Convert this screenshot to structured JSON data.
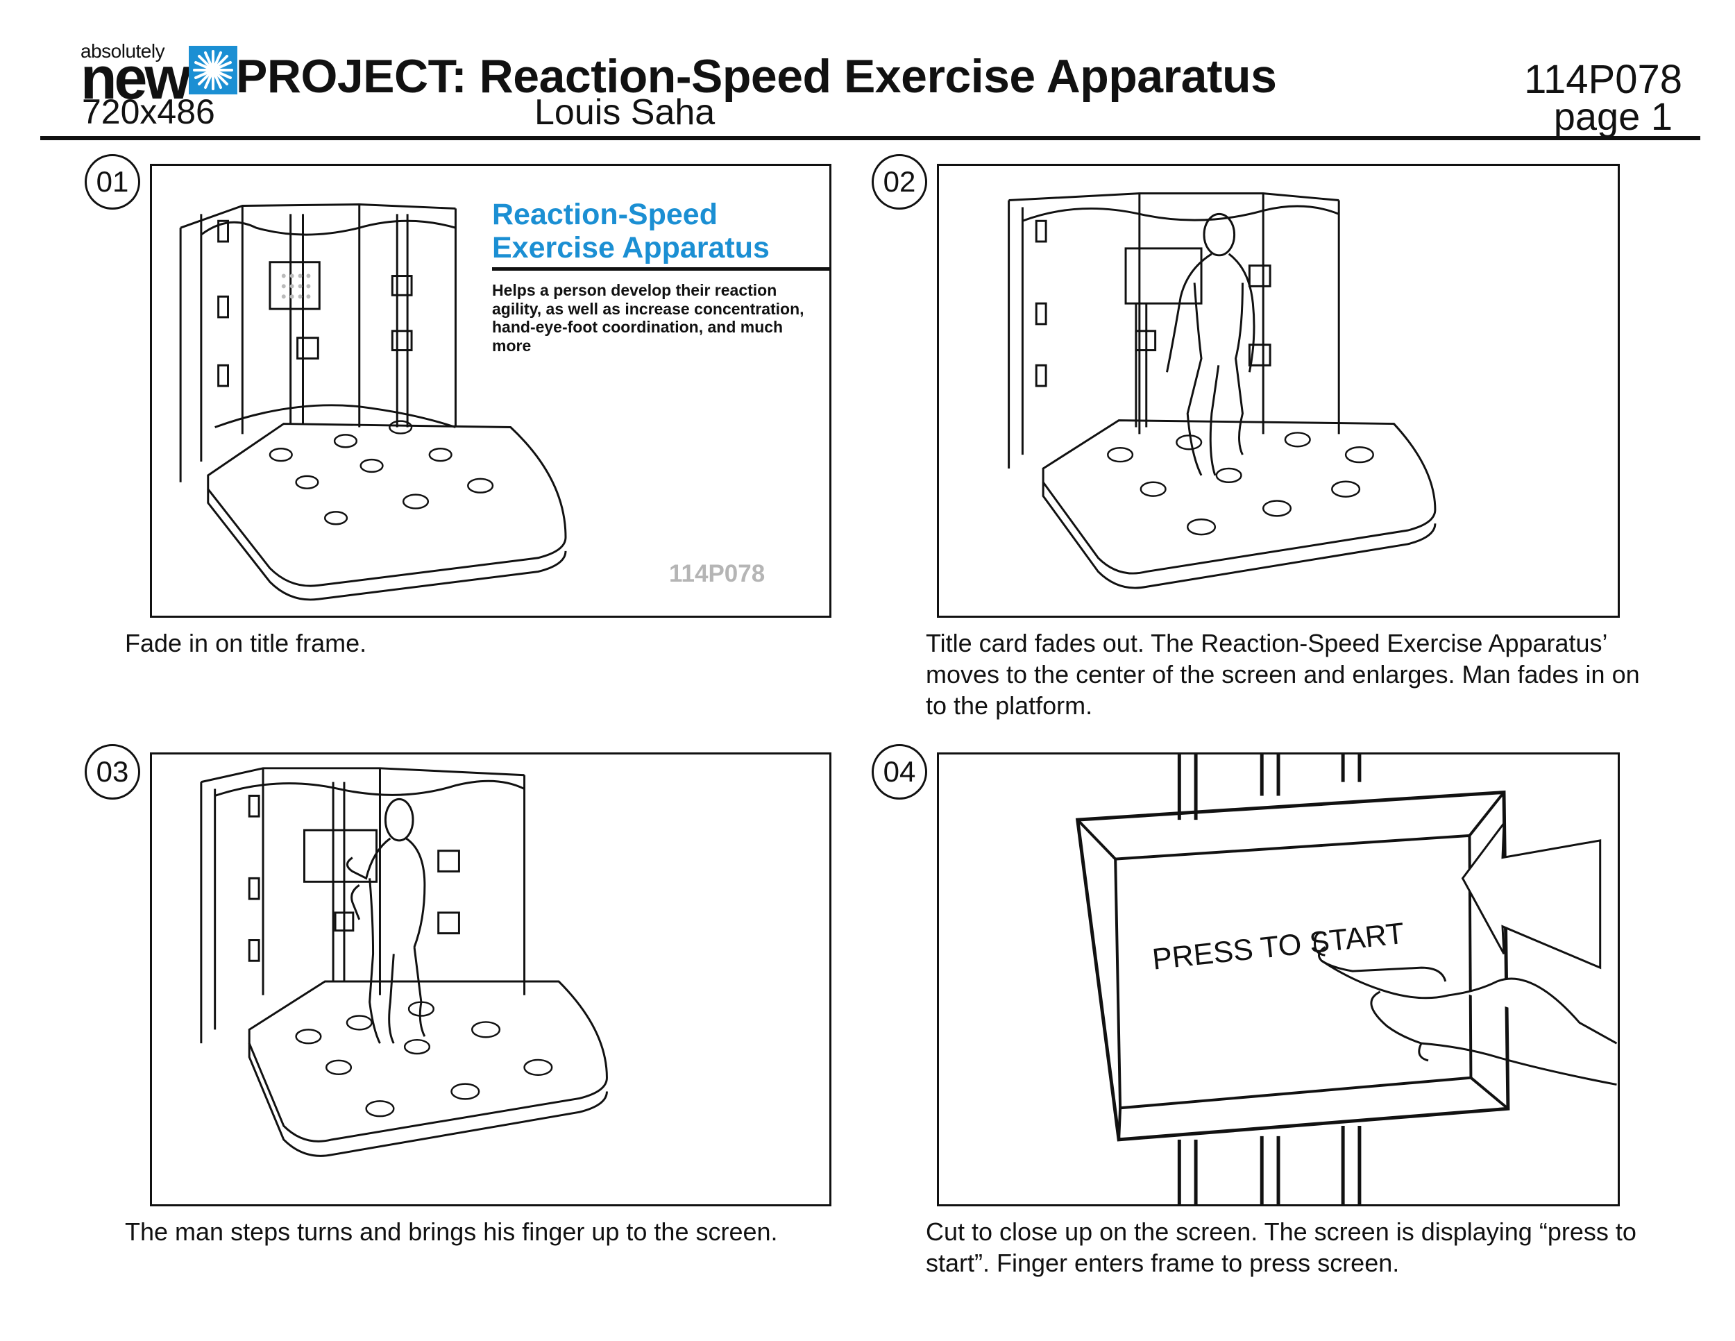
{
  "header": {
    "logo_small": "absolutely",
    "logo_big": "new",
    "resolution": "720x486",
    "project_title": "PROJECT: Reaction-Speed Exercise Apparatus",
    "author": "Louis Saha",
    "code": "114P078",
    "page": "page 1"
  },
  "colors": {
    "accent": "#1b8fd3",
    "ink": "#111111",
    "watermark": "#b5b5b5"
  },
  "panels": [
    {
      "number": "01",
      "caption": "Fade in on title frame.",
      "title_card": {
        "title_line1": "Reaction-Speed",
        "title_line2": "Exercise Apparatus",
        "description": "Helps a person develop their reaction agility, as well as increase concentration, hand-eye-foot coordination, and much more",
        "code": "114P078"
      }
    },
    {
      "number": "02",
      "caption": "Title card fades out. The Reaction-Speed Exercise Apparatus’ moves to the center of the screen and enlarges. Man fades in on to the platform."
    },
    {
      "number": "03",
      "caption": "The man steps turns and brings his finger up to the screen."
    },
    {
      "number": "04",
      "caption": "Cut to close up on the screen. The screen is displaying “press to start”. Finger enters frame to press screen.",
      "screen_text": "PRESS TO START"
    }
  ]
}
